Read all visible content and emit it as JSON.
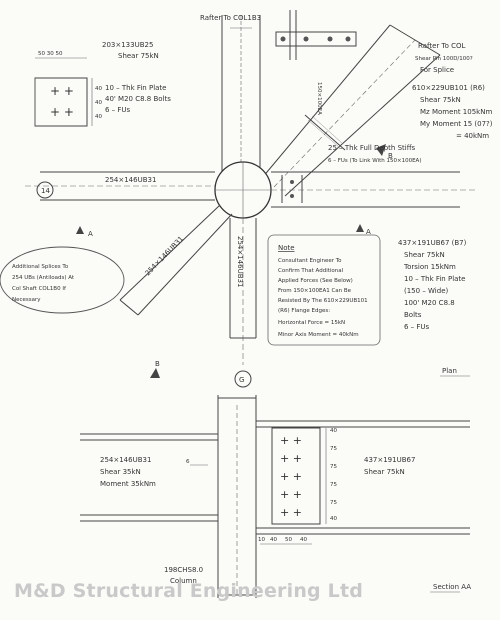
{
  "plan": {
    "to_column": "Rafter To COL1B3",
    "ub_top_size": "203×133UB25",
    "ub_top_shear": "Shear 75kN",
    "plate_note_1": "10 – Thk Fin Plate",
    "plate_note_2": "40' M20 C8.8 Bolts",
    "plate_note_3": "6 – FUs",
    "dim_top_left": "50 30 50",
    "dims_vertical": [
      "40",
      "40",
      "40"
    ],
    "rafter_right": "Rafter To COL",
    "splice_1": "Shear Pin 100D/100?",
    "splice_2": "For Splice",
    "ub610_size": "610×229UB101 (R6)",
    "ub610_shear": "Shear 75kN",
    "mz_moment": "Mz Moment 105kNm",
    "my_moment": "My Moment 15 (07?)",
    "my_moment_2": "= 40kNm",
    "thk_diag_stiff": "25 – Thk Full Depth Stiffs",
    "fus_stiff": "6 – FUs (To Link With 150×100EA)",
    "ub150_label": "150×100EA",
    "grid_14": "14",
    "ub254_left": "254×146UB31",
    "ub254_diag": "254×146UB31",
    "ub254_down": "254×146UB31",
    "section_a_left": "A",
    "section_a_right": "A",
    "section_b_top": "B",
    "section_b_bottom": "B",
    "grid_g": "G",
    "note_title": "Note",
    "note_lines": [
      "Consultant Engineer To",
      "Confirm That Additional",
      "Applied Forces (See Below)",
      "From 150×100EA1 Can Be",
      "Resisted By The 610×229UB101",
      "(R6) Flange Edges:",
      "Horizontal Force = 15kN",
      "Minor Axis Moment = 40kNm"
    ],
    "additional_splices": [
      "Additional Splices To",
      "254 UBs (Antiloads) At",
      "Col Shaft COL1B0 If",
      "Necessary"
    ],
    "ub437_size": "437×191UB67 (B7)",
    "ub437_notes": [
      "Shear 75kN",
      "Torsion 15kNm",
      "10 – Thk Fin Plate",
      "(150 – Wide)",
      "100' M20 C8.8",
      "Bolts",
      "6 – FUs"
    ],
    "plan_title": "Plan"
  },
  "section": {
    "ub254_size": "254×146UB31",
    "ub254_shear": "Shear 35kN",
    "ub254_moment": "Moment 35kNm",
    "weld_symbol": "6",
    "ub437_size": "437×191UB67",
    "ub437_shear": "Shear 75kN",
    "dims_right": [
      "40",
      "75",
      "75",
      "75",
      "75",
      "40"
    ],
    "dims_bottom": [
      "10",
      "40",
      "50",
      "40"
    ],
    "column_size": "198CHS8.0",
    "column_label": "Column",
    "title": "Section AA"
  },
  "company": "M&D Structural Engineering Ltd"
}
